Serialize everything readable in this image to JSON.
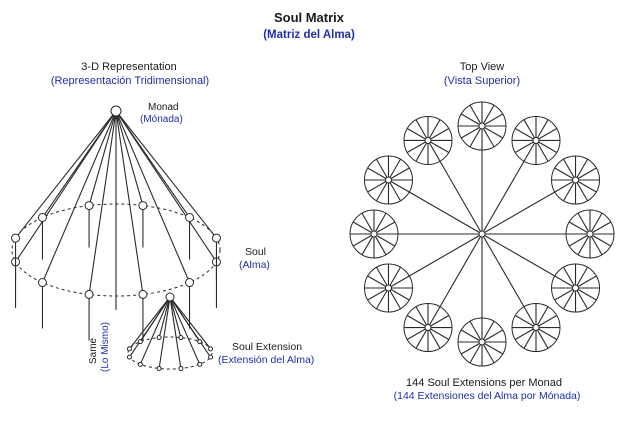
{
  "title": "Soul Matrix",
  "subtitle": "(Matriz del Alma)",
  "left_panel": {
    "heading": "3-D Representation",
    "heading_es": "(Representación Tridimensional)",
    "monad_label": "Monad",
    "monad_label_es": "(Mónada)",
    "soul_label": "Soul",
    "soul_label_es": "(Alma)",
    "extension_label": "Soul Extension",
    "extension_label_es": "(Extensión del Alma)",
    "same_label": "Same",
    "same_label_es": "(Lo Mismo)"
  },
  "right_panel": {
    "heading": "Top View",
    "heading_es": "(Vista Superior)",
    "caption": "144 Soul Extensions per Monad",
    "caption_es": "(144 Extensiones del Alma por Mónada)"
  },
  "colors": {
    "text": "#1a1a1a",
    "accent": "#1f2fa8",
    "line": "#2a2a2a"
  }
}
